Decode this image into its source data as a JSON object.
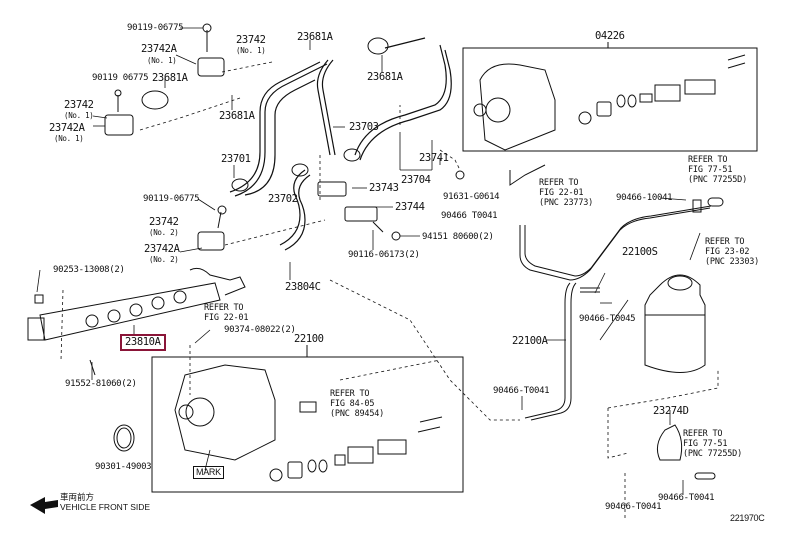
{
  "diagram_id": "221970C",
  "parts": {
    "p_90119_a": "90119-06775",
    "p_23742_top": "23742",
    "p_23742_top_sub": "(No. 1)",
    "p_23742A_top": "23742A",
    "p_23742A_top_sub": "(No. 1)",
    "p_90119_b": "90119 06775",
    "p_23681A_a": "23681A",
    "p_23742_left": "23742",
    "p_23742_left_sub": "(No. 1)",
    "p_23742A_left": "23742A",
    "p_23742A_left_sub": "(No. 1)",
    "p_23681A_b": "23681A",
    "p_23681A_c": "23681A",
    "p_23681A_d": "23681A",
    "p_23703": "23703",
    "p_23701": "23701",
    "p_23741": "23741",
    "p_23704": "23704",
    "p_23743": "23743",
    "p_23702": "23702",
    "p_23744": "23744",
    "p_90119_c": "90119-06775",
    "p_23742_no2": "23742",
    "p_23742_no2_sub": "(No. 2)",
    "p_23742A_no2": "23742A",
    "p_23742A_no2_sub": "(No. 2)",
    "p_90116": "90116-06173(2)",
    "p_94151": "94151 80600(2)",
    "p_91631": "91631-G0614",
    "p_90466_t0041_a": "90466 T0041",
    "p_04226": "04226",
    "p_90253": "90253-13008(2)",
    "p_23804C": "23804C",
    "p_23810A": "23810A",
    "p_90374": "90374-08022(2)",
    "p_22100": "22100",
    "p_91552": "91552-81060(2)",
    "p_90301": "90301-49003",
    "p_90466_10041": "90466-10041",
    "p_22100S": "22100S",
    "p_90466_t0045": "90466-T0045",
    "p_22100A": "22100A",
    "p_90466_t0041_b": "90466-T0041",
    "p_23274D": "23274D",
    "p_90466_t0041_c": "90466-T0041",
    "p_90466_t0041_d": "90466-T0041",
    "mark": "MARK"
  },
  "refs": {
    "r_22_01_a": [
      "REFER TO",
      "FIG 22-01",
      "(PNC 23773)"
    ],
    "r_77_51_a": [
      "REFER TO",
      "FIG 77-51",
      "(PNC 77255D)"
    ],
    "r_23_02": [
      "REFER TO",
      "FIG 23-02",
      "(PNC 23303)"
    ],
    "r_22_01_b": [
      "REFER TO",
      "FIG 22-01"
    ],
    "r_84_05": [
      "REFER TO",
      "FIG 84-05",
      "(PNC 89454)"
    ],
    "r_77_51_b": [
      "REFER TO",
      "FIG 77-51",
      "(PNC 77255D)"
    ]
  },
  "front_side": {
    "japanese": "車両前方",
    "english": "VEHICLE FRONT SIDE"
  },
  "highlight_color": "#8a1538"
}
